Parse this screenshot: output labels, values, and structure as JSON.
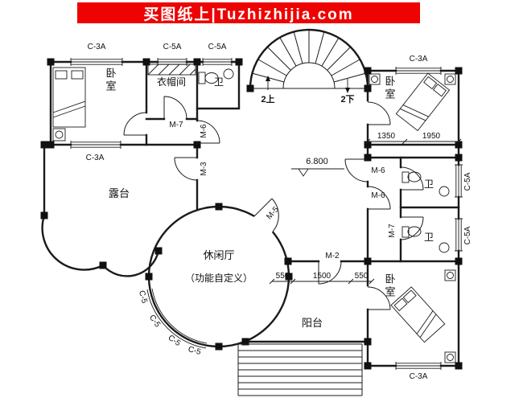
{
  "banner": {
    "text": "买图纸上|Tuzhizhijia.com"
  },
  "labels": {
    "bedroom": "卧室",
    "cloakroom": "衣帽间",
    "bath": "卫",
    "terrace": "露台",
    "leisure_hall": "休闲厅",
    "leisure_sub": "（功能自定义）",
    "balcony": "阳台",
    "stair_up": "2上",
    "stair_down": "2下",
    "level": "6.800"
  },
  "codes": {
    "c3a": "C-3A",
    "c5a": "C-5A",
    "c5": "C-5",
    "m2": "M-2",
    "m3": "M-3",
    "m5": "M-5",
    "m6": "M-6",
    "m7": "M-7"
  },
  "dims": {
    "w1350": "1350",
    "w1950": "1950",
    "b550l": "550",
    "b1500": "1500",
    "b550r": "550"
  }
}
